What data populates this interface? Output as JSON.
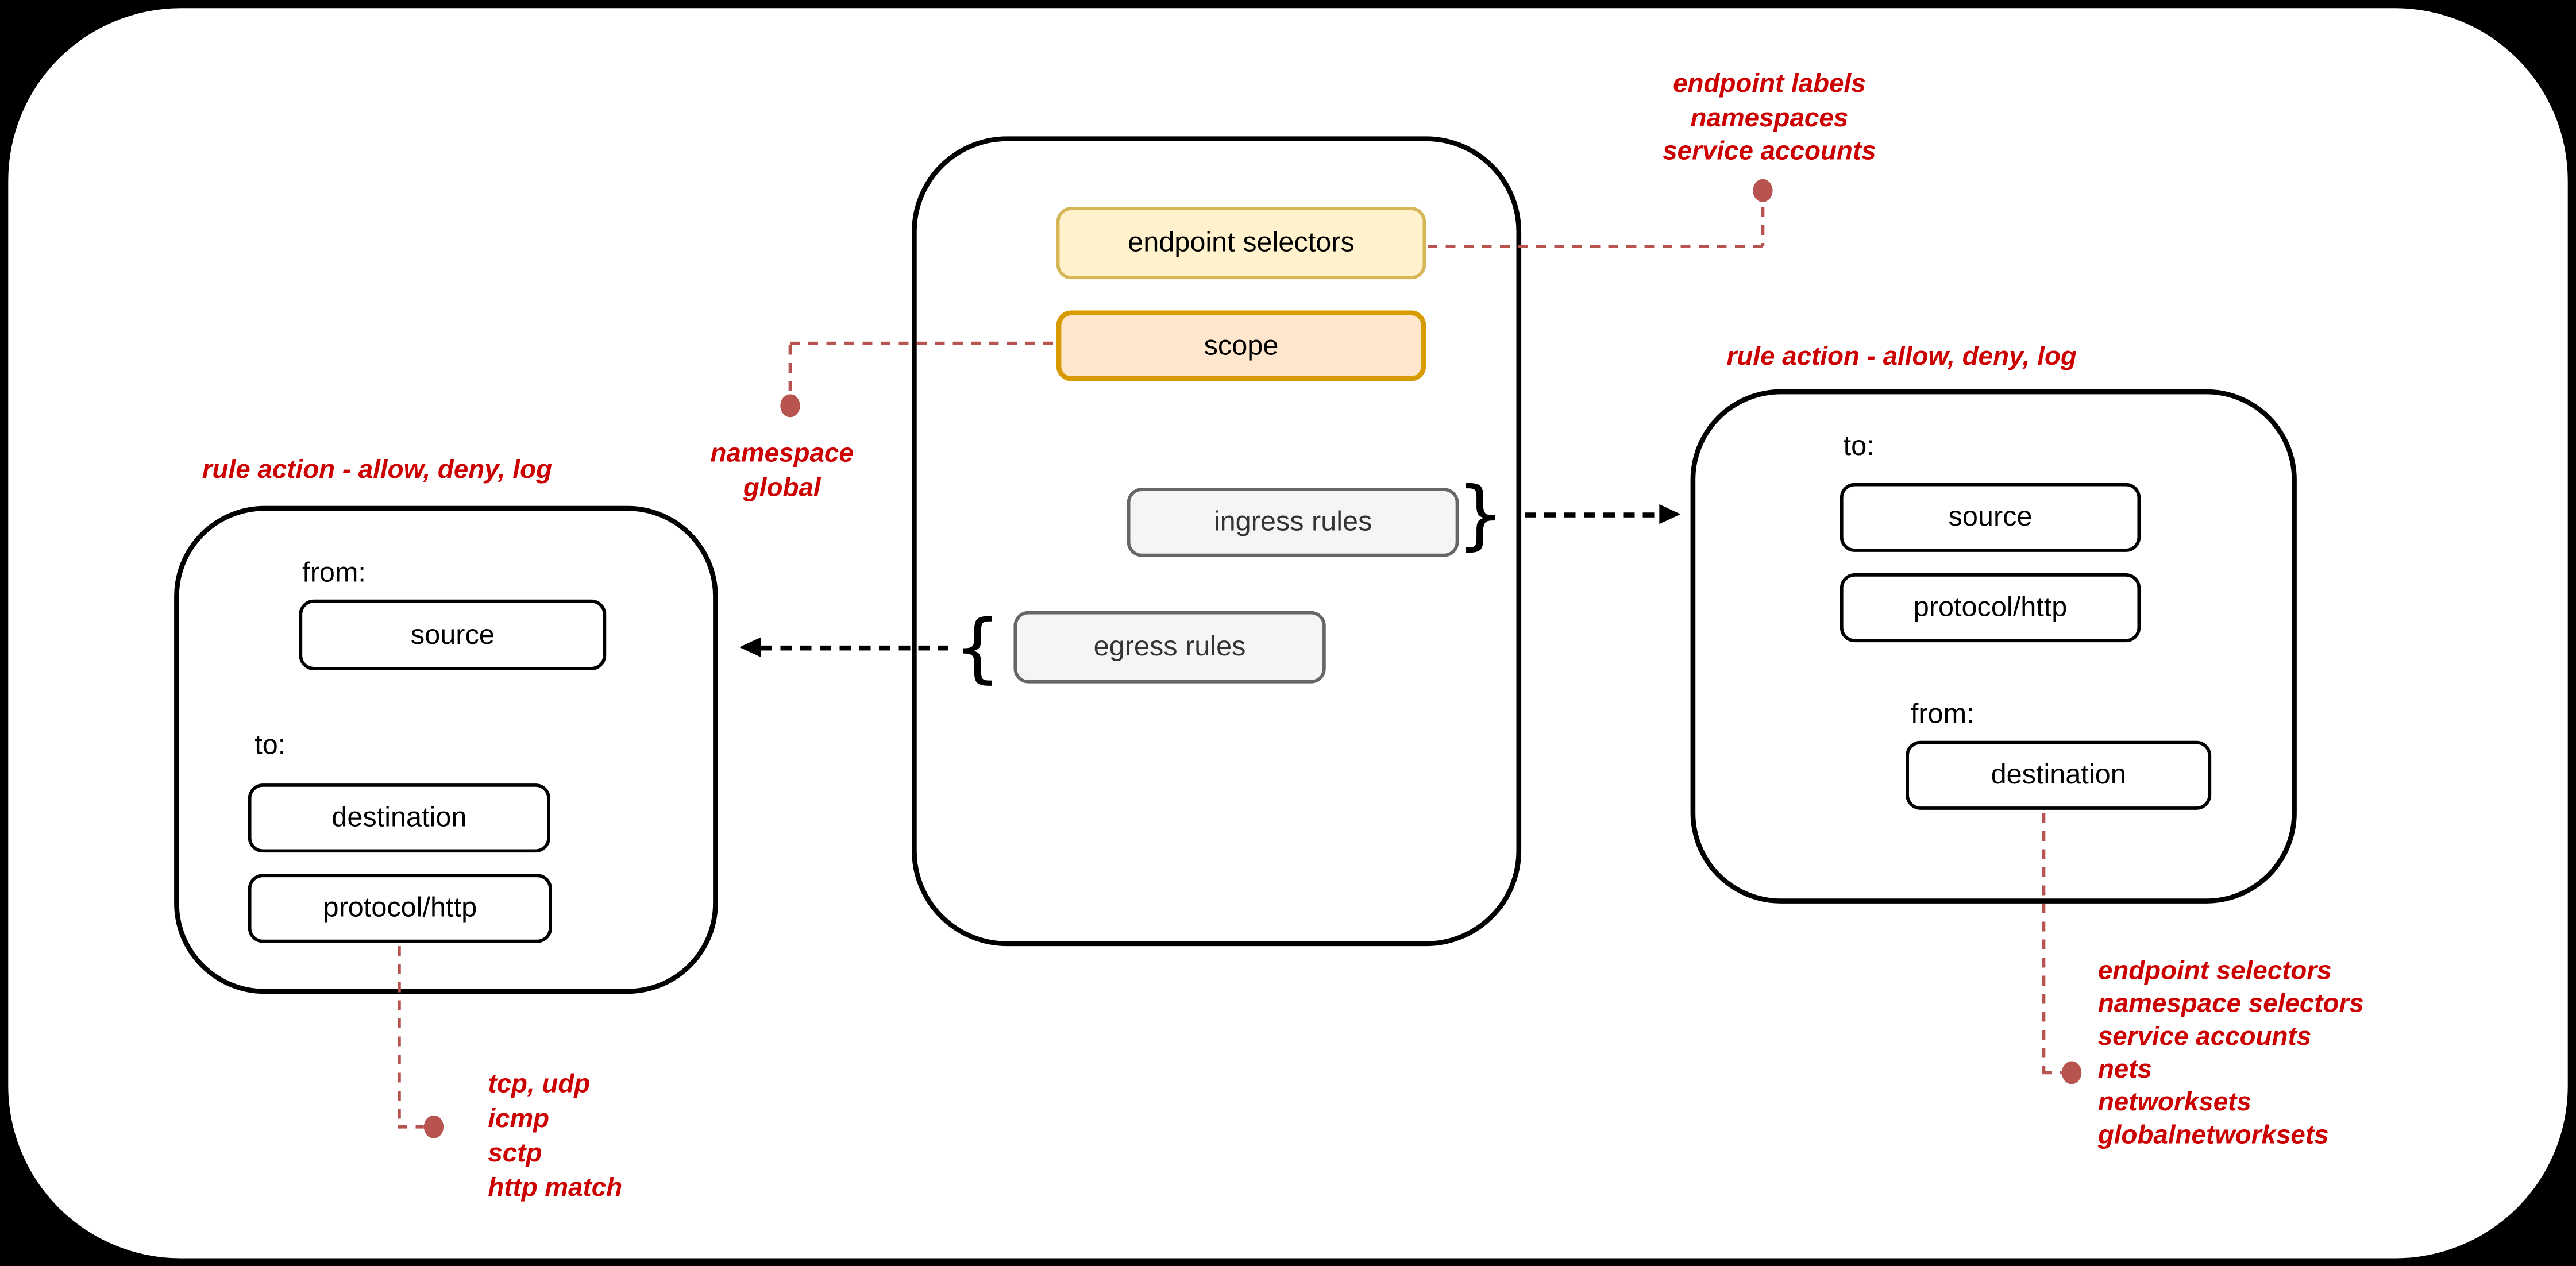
{
  "colors": {
    "background": "#000000",
    "card": "#ffffff",
    "annotation_red": "#CC0000",
    "connector_rose": "#B85450",
    "endpoint_selectors_fill": "#FFF2CC",
    "endpoint_selectors_stroke": "#D6B656",
    "scope_fill": "#FFE6CC",
    "scope_stroke": "#D79B00",
    "rules_fill": "#F5F5F5",
    "rules_stroke": "#666666"
  },
  "policy": {
    "endpoint_selectors": "endpoint selectors",
    "scope": "scope",
    "ingress_rules": "ingress rules",
    "egress_rules": "egress rules",
    "brace_close": "}",
    "brace_open": "{"
  },
  "egress_panel": {
    "title": "rule action - allow, deny, log",
    "from_label": "from:",
    "source": "source",
    "to_label": "to:",
    "destination": "destination",
    "protocol": "protocol/http"
  },
  "ingress_panel": {
    "title": "rule action - allow, deny, log",
    "to_label": "to:",
    "source": "source",
    "protocol": "protocol/http",
    "from_label": "from:",
    "destination": "destination"
  },
  "annotations": {
    "endpoint_meta": [
      "endpoint labels",
      "namespaces",
      "service accounts"
    ],
    "scope_meta": [
      "namespace",
      "global"
    ],
    "protocol_meta": [
      "tcp, udp",
      "icmp",
      "sctp",
      "http match"
    ],
    "destination_meta": [
      "endpoint selectors",
      "namespace selectors",
      "service accounts",
      "nets",
      "networksets",
      "globalnetworksets"
    ]
  }
}
